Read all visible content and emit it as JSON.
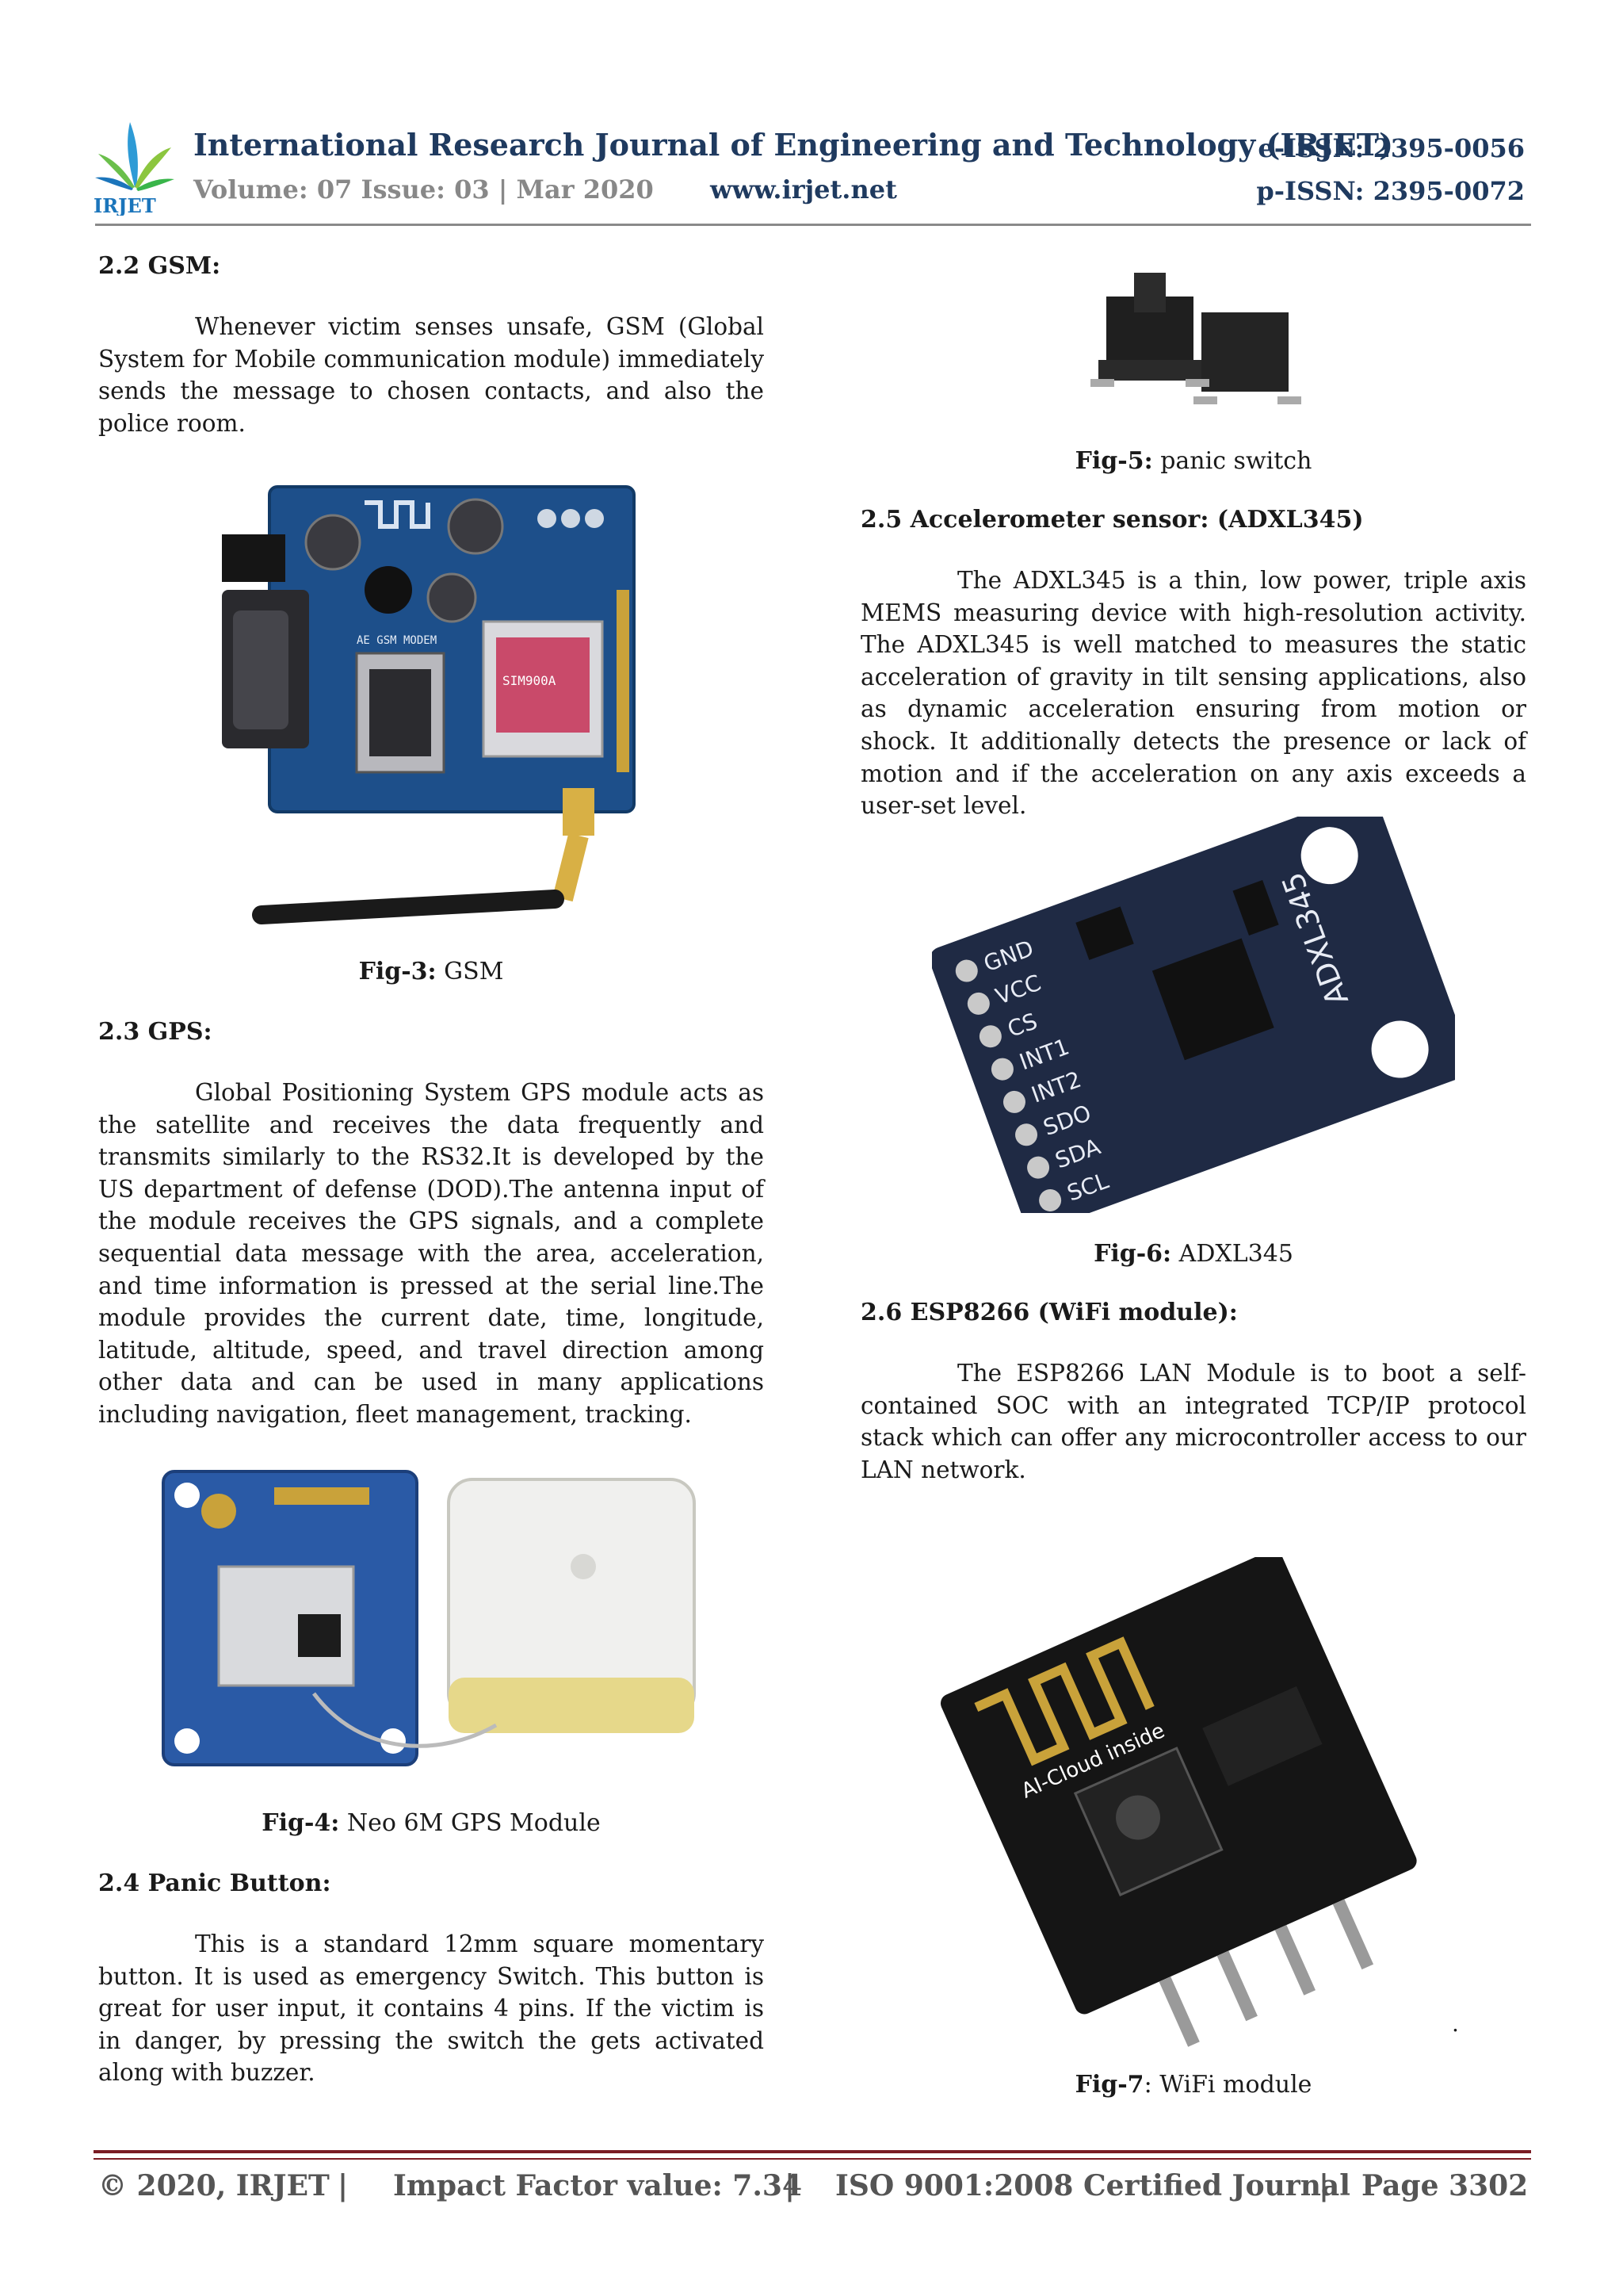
{
  "header": {
    "logo_text": "IRJET",
    "journal_title": "International Research Journal of Engineering and Technology (IRJET)",
    "e_issn": "e-ISSN: 2395-0056",
    "volume_issue": "Volume: 07 Issue: 03 | Mar 2020",
    "website": "www.irjet.net",
    "p_issn": "p-ISSN: 2395-0072"
  },
  "sections": {
    "gsm": {
      "heading": "2.2 GSM:",
      "text": "Whenever victim senses unsafe, GSM (Global System for Mobile communication module) immediately sends the message to chosen contacts, and also the police room.",
      "fig_label": "Fig-3:",
      "fig_caption": " GSM",
      "board_label": "AE GSM MODEM",
      "chip_label": "SIM900A"
    },
    "gps": {
      "heading": "2.3 GPS:",
      "text": "Global Positioning System GPS module acts as the satellite and receives the data frequently and transmits similarly to the RS32.It is developed by the US department of defense (DOD).The antenna input of the module receives the GPS signals, and a complete sequential data message with the area, acceleration, and time information is pressed at the serial line.The module provides the current date, time, longitude, latitude, altitude, speed, and travel direction among other data and can be used in many applications including navigation, fleet management, tracking.",
      "fig_label": "Fig-4:",
      "fig_caption": " Neo 6M GPS Module"
    },
    "panic": {
      "heading": "2.4 Panic Button:",
      "text": "This is a standard 12mm square momentary button. It is used as emergency Switch. This button is great for user input, it contains 4 pins. If the victim is in danger, by pressing the switch the gets activated along with buzzer.",
      "fig_label": "Fig-5:",
      "fig_caption": " panic switch"
    },
    "accel": {
      "heading": "2.5 Accelerometer sensor: (ADXL345)",
      "text": "The ADXL345 is a thin, low power, triple axis MEMS measuring device with high-resolution activity. The ADXL345 is well matched to measures the static acceleration of gravity in tilt sensing applications, also as dynamic acceleration ensuring from motion or shock. It additionally detects the presence or lack of motion and if the acceleration on any axis exceeds a user-set level.",
      "fig_label": "Fig-6:",
      "fig_caption": " ADXL345",
      "board_pins": [
        "GND",
        "VCC",
        "CS",
        "INT1",
        "INT2",
        "SDO",
        "SDA",
        "SCL"
      ],
      "board_title": "ADXL345"
    },
    "wifi": {
      "heading": "2.6 ESP8266 (WiFi module):",
      "text": "The ESP8266 LAN Module is to boot a self-contained SOC with an integrated TCP/IP protocol stack which can offer any microcontroller access to our LAN network.",
      "fig_label": "Fig-7",
      "fig_caption": ": WiFi module",
      "board_label": "AI-Cloud inside",
      "stray_mark": "."
    }
  },
  "footer": {
    "copyright": "© 2020, IRJET",
    "sep1": "|",
    "impact": "Impact Factor value: 7.34",
    "sep2": "|",
    "iso": "ISO 9001:2008 Certified Journal",
    "sep3": "|",
    "page": "Page 3302"
  },
  "colors": {
    "title_blue": "#1f3a5f",
    "footer_rule": "#7a1c24",
    "pcb_blue": "#1d4f8a",
    "pcb_dark": "#1f2a44"
  },
  "icons": {
    "logo": "irjet-leaf-logo"
  }
}
